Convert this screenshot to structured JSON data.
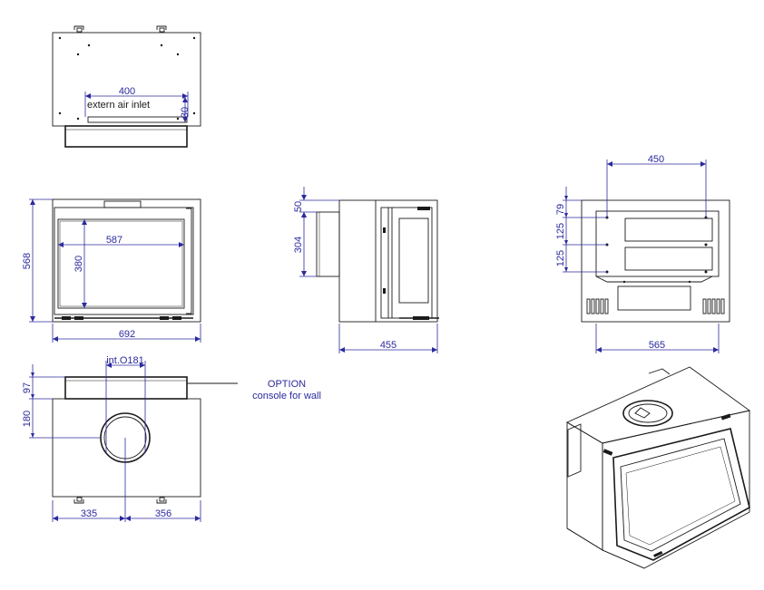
{
  "colors": {
    "outline": "#1a1a1a",
    "dimension": "#2b2a9e",
    "background": "#ffffff"
  },
  "top_view": {
    "width_dim": "400",
    "inlet_label": "extern air inlet",
    "depth_dim": "30"
  },
  "front_view": {
    "height_dim": "568",
    "glass_width_dim": "587",
    "glass_height_dim": "380",
    "width_dim": "692"
  },
  "side_view": {
    "top_offset_dim": "50",
    "console_height_dim": "304",
    "depth_dim": "455"
  },
  "back_view": {
    "hole_spacing_dim": "450",
    "top_dim": "79",
    "spacing_dim_1": "125",
    "spacing_dim_2": "125",
    "width_dim": "565"
  },
  "bottom_view": {
    "flue_label": "int.O181",
    "option_title": "OPTION",
    "option_subtitle": "console for wall",
    "console_dim": "97",
    "flue_offset_dim": "180",
    "left_dim": "335",
    "right_dim": "356"
  },
  "isometric": {}
}
